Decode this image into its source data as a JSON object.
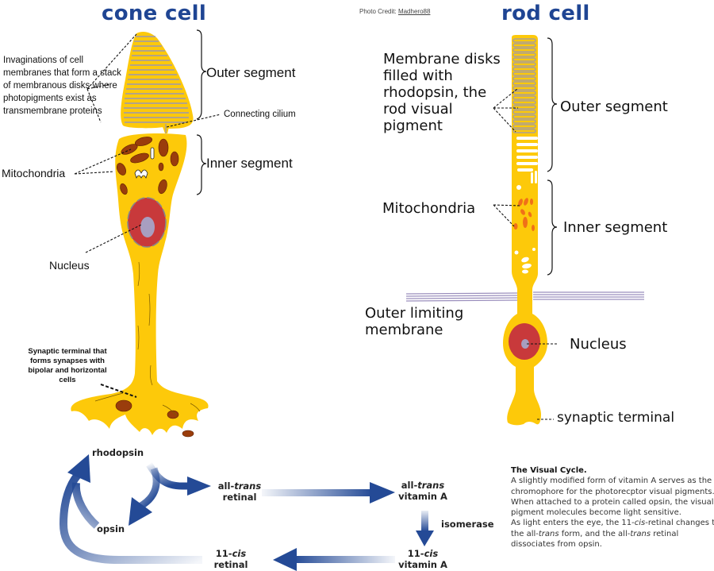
{
  "titles": {
    "cone": "cone cell",
    "rod": "rod cell"
  },
  "credit": {
    "prefix": "Photo Credit:",
    "author": "Madhero88"
  },
  "cone_labels": {
    "invaginations": "Invaginations of cell membranes that form a stack of membranous disks where photopigments exist as transmembrane proteins",
    "outer_segment": "Outer segment",
    "connecting_cilium": "Connecting cilium",
    "inner_segment": "Inner segment",
    "mitochondria": "Mitochondria",
    "nucleus": "Nucleus",
    "synaptic_terminal": "Synaptic terminal that forms synapses with bipolar and horizontal cells"
  },
  "rod_labels": {
    "membrane_disks": "Membrane disks filled with rhodopsin, the rod visual pigment",
    "outer_segment": "Outer segment",
    "mitochondria": "Mitochondria",
    "inner_segment": "Inner segment",
    "outer_limiting_membrane": "Outer limiting membrane",
    "nucleus": "Nucleus",
    "synaptic_terminal": "synaptic terminal"
  },
  "cycle": {
    "rhodopsin": "rhodopsin",
    "opsin": "opsin",
    "all_trans_retinal": {
      "prefix": "all-",
      "italic": "trans",
      "line2": "retinal"
    },
    "all_trans_vitamin_a": {
      "prefix": "all-",
      "italic": "trans",
      "line2": "vitamin A"
    },
    "isomerase": "isomerase",
    "cis_vitamin_a": {
      "prefix": "11-",
      "italic": "cis",
      "line2": "vitamin A"
    },
    "cis_retinal": {
      "prefix": "11-",
      "italic": "cis",
      "line2": "retinal"
    }
  },
  "description": {
    "heading": "The Visual Cycle.",
    "p1": "A slightly modified form of vitamin A serves as the chromophore for the photorecptor visual pigments. When attached to a protein called opsin, the visual pigment molecules become light sensitive.",
    "p2_a": "As light enters the eye, the 11-",
    "p2_cis": "cis",
    "p2_b": "-retinal changes to the all-",
    "p2_trans1": "trans",
    "p2_c": " form, and the all-",
    "p2_trans2": "trans",
    "p2_d": " retinal dissociates from opsin."
  },
  "colors": {
    "title_blue": "#1f4593",
    "cell_yellow": "#fdc90a",
    "nucleus_red": "#c8393b",
    "nucleolus_lilac": "#a89ec0",
    "mito_brown": "#9a3d0c",
    "rod_mito_orange": "#f07018",
    "disk_gray": "#9c98ae",
    "arrow_blue": "#244a96",
    "membrane_purple": "#9b8fbd"
  }
}
